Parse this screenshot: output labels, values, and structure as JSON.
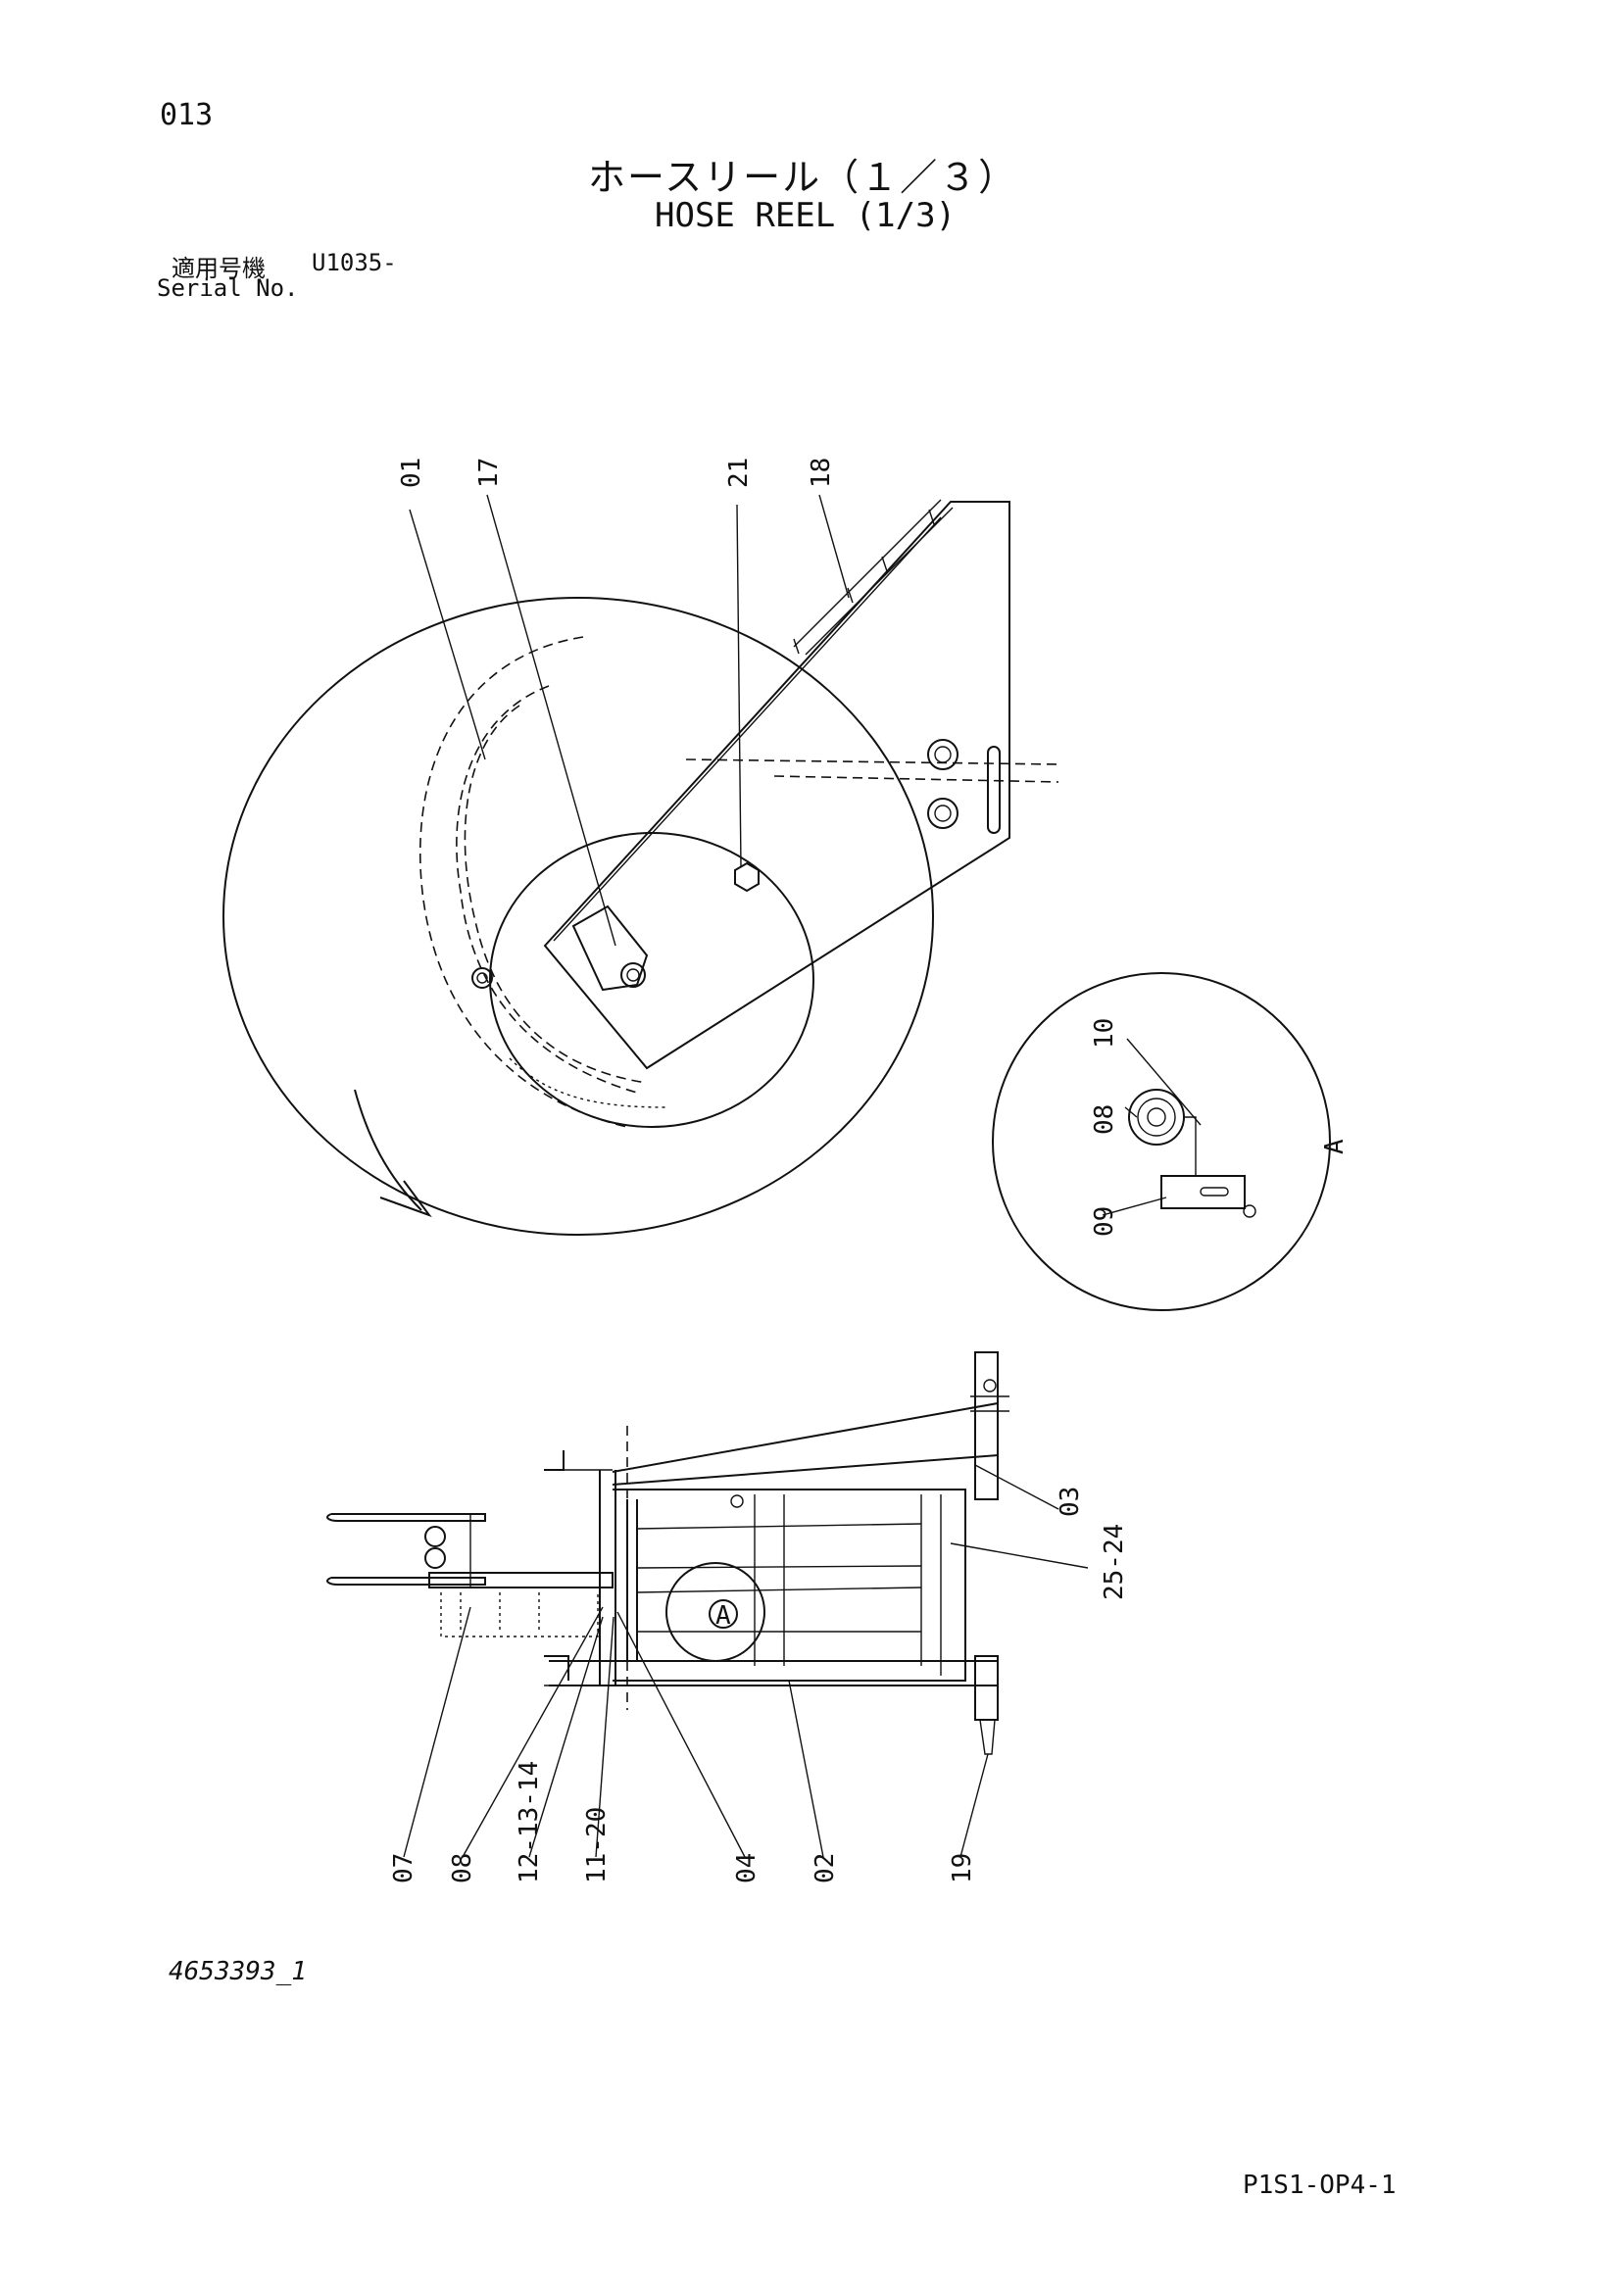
{
  "header": {
    "page_number": "013",
    "title_ja": "ホースリール（１／３）",
    "title_en": "HOSE REEL (1/3)",
    "serial_label_ja": "適用号機",
    "serial_value": "U1035-",
    "serial_label_en": "Serial No."
  },
  "callouts": {
    "c01": "01",
    "c17": "17",
    "c21": "21",
    "c18": "18",
    "c10": "10",
    "c08_detail": "08",
    "c09": "09",
    "view_a": "A",
    "c03": "03",
    "c25_24": "25-24",
    "c07": "07",
    "c08": "08",
    "c12_14": "12-13-14",
    "c11_20": "11-20",
    "c04": "04",
    "c02": "02",
    "c19": "19",
    "section_a": "A"
  },
  "footer": {
    "drawing_number": "4653393_1",
    "page_code": "P1S1-OP4-1"
  }
}
